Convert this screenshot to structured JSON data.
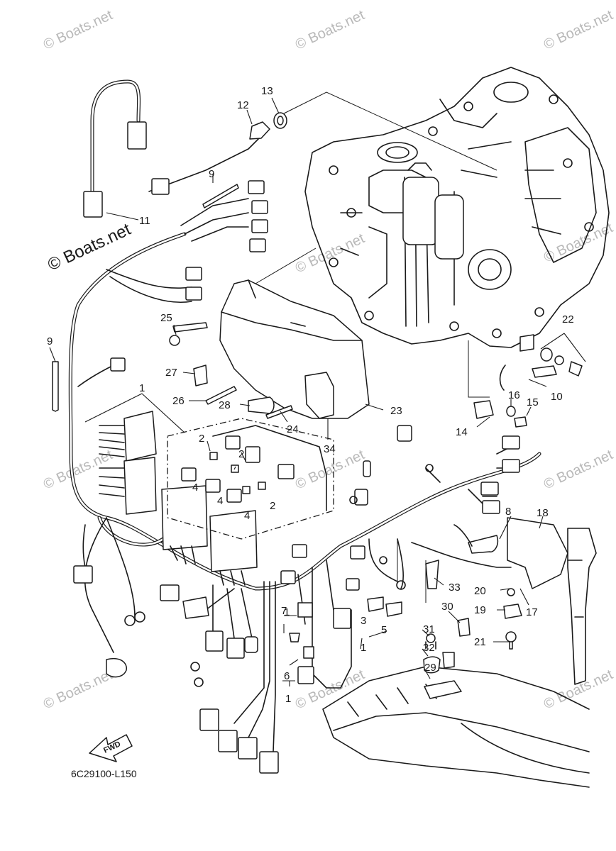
{
  "diagram": {
    "part_code": "6C29100-L150",
    "direction_label": "FWD",
    "watermark": "© Boats.net",
    "callouts": [
      "1",
      "2",
      "3",
      "4",
      "5",
      "6",
      "7",
      "8",
      "9",
      "10",
      "11",
      "12",
      "13",
      "14",
      "15",
      "16",
      "17",
      "18",
      "19",
      "20",
      "21",
      "22",
      "23",
      "24",
      "25",
      "26",
      "27",
      "28",
      "29",
      "30",
      "31",
      "32",
      "33",
      "34"
    ]
  }
}
